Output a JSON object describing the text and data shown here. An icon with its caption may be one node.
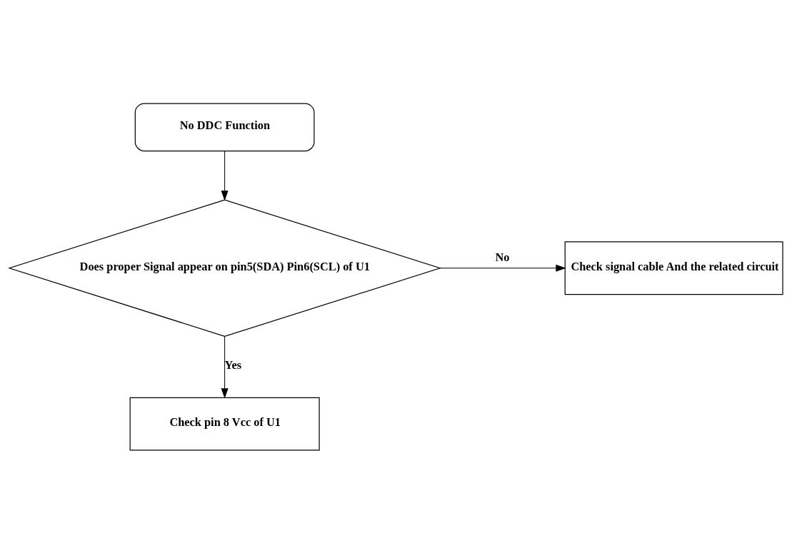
{
  "diagram": {
    "nodes": [
      {
        "text": [
          "No DDC Function"
        ]
      },
      {
        "text": [
          "Does proper Signal appear on pin5(SDA) Pin6(SCL) of U1"
        ]
      },
      {
        "text": [
          "Check signal cable And the related circuit"
        ]
      },
      {
        "text": [
          "Check pin 8 Vcc of U1"
        ]
      }
    ],
    "edges": [
      {
        "from": 0,
        "to": 1,
        "arrow": "to"
      },
      {
        "from": 1,
        "to": 2,
        "arrow": "to",
        "label": "No"
      },
      {
        "from": 1,
        "to": 3,
        "arrow": "to",
        "label": "Yes"
      }
    ]
  }
}
